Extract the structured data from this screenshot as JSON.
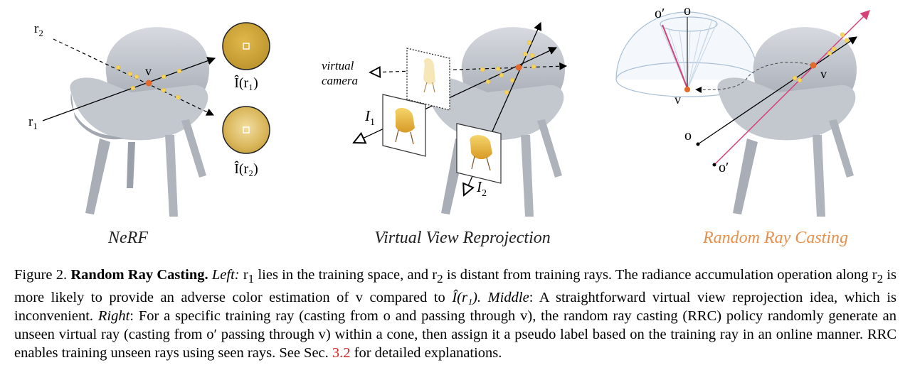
{
  "figure": {
    "panels": [
      {
        "title": "NeRF",
        "title_color": "#222222",
        "labels": {
          "ray1": "r",
          "ray1_sub": "1",
          "ray2": "r",
          "ray2_sub": "2",
          "point": "v",
          "patch1": "Î(r₁)",
          "patch2": "Î(r₂)"
        }
      },
      {
        "title": "Virtual View Reprojection",
        "title_color": "#222222",
        "labels": {
          "virtual_camera_line1": "virtual",
          "virtual_camera_line2": "camera",
          "image1": "I",
          "image1_sub": "1",
          "image2": "I",
          "image2_sub": "2"
        }
      },
      {
        "title": "Random Ray Casting",
        "title_color": "#e8904c",
        "labels": {
          "o_prime_top": "o′",
          "o_top": "o",
          "v_cone": "v",
          "o": "o",
          "o_prime": "o′",
          "v": "v"
        }
      }
    ]
  },
  "caption": {
    "fig_label": "Figure 2.",
    "bold_title": "Random Ray Casting.",
    "left_label": "Left:",
    "left_text_a": " r",
    "left_sub1": "1",
    "left_text_b": " lies in the training space, and r",
    "left_sub2": "2",
    "left_text_c": " is distant from training rays.  The radiance accumulation operation along r",
    "left_sub3": "2",
    "left_text_d": " is more likely to provide an adverse color estimation of v compared to ",
    "left_hat": "Î(r₁).",
    "middle_label": "Middle",
    "middle_text": ": A straightforward virtual view reprojection idea, which is inconvenient. ",
    "right_label": "Right",
    "right_text_a": ": For a specific training ray (casting from o and passing through v), the random ray casting (RRC) policy randomly generate an unseen virtual ray (casting from o′ passing through v) within a cone, then assign it a pseudo label based on the training ray in an online manner. RRC enables training unseen rays using seen rays. See Sec. ",
    "section_ref": "3.2",
    "right_text_b": " for detailed explanations."
  },
  "colors": {
    "chair": "#b8bcc4",
    "chair_dark": "#8e939c",
    "sample_point": "#f4d35e",
    "center_point": "#e46a2c",
    "pink_ray": "#d6417a",
    "cone_line": "#a9bfd6",
    "patch_gold": "#c9a233"
  }
}
